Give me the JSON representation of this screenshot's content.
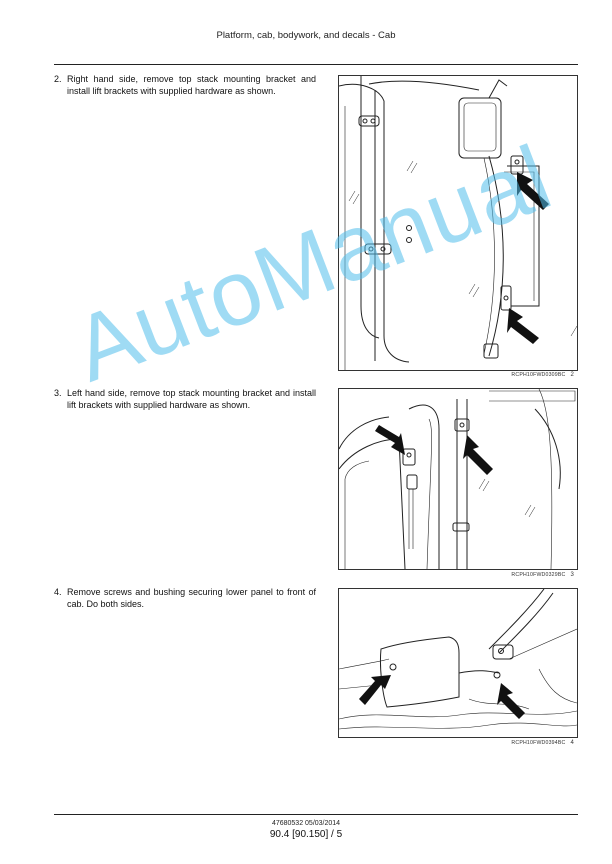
{
  "header": {
    "title": "Platform, cab, bodywork, and decals - Cab"
  },
  "steps": [
    {
      "number": "2.",
      "text": "Right hand side, remove top stack mounting bracket and install lift brackets with supplied hardware as shown.",
      "figure": {
        "code": "RCPH10FWD0309BC",
        "number": "2"
      }
    },
    {
      "number": "3.",
      "text": "Left hand side, remove top stack mounting bracket and install lift brackets with supplied hardware as shown.",
      "figure": {
        "code": "RCPH10FWD0329BC",
        "number": "3"
      }
    },
    {
      "number": "4.",
      "text": "Remove screws and bushing securing lower panel to front of cab.  Do both sides.",
      "figure": {
        "code": "RCPH10FWD0394BC",
        "number": "4"
      }
    }
  ],
  "watermark": "AutoManual",
  "footer": {
    "doc_code": "47680532 05/03/2014",
    "page_ref": "90.4 [90.150] / 5"
  },
  "colors": {
    "watermark": "#50BEEB",
    "line": "#222222"
  }
}
